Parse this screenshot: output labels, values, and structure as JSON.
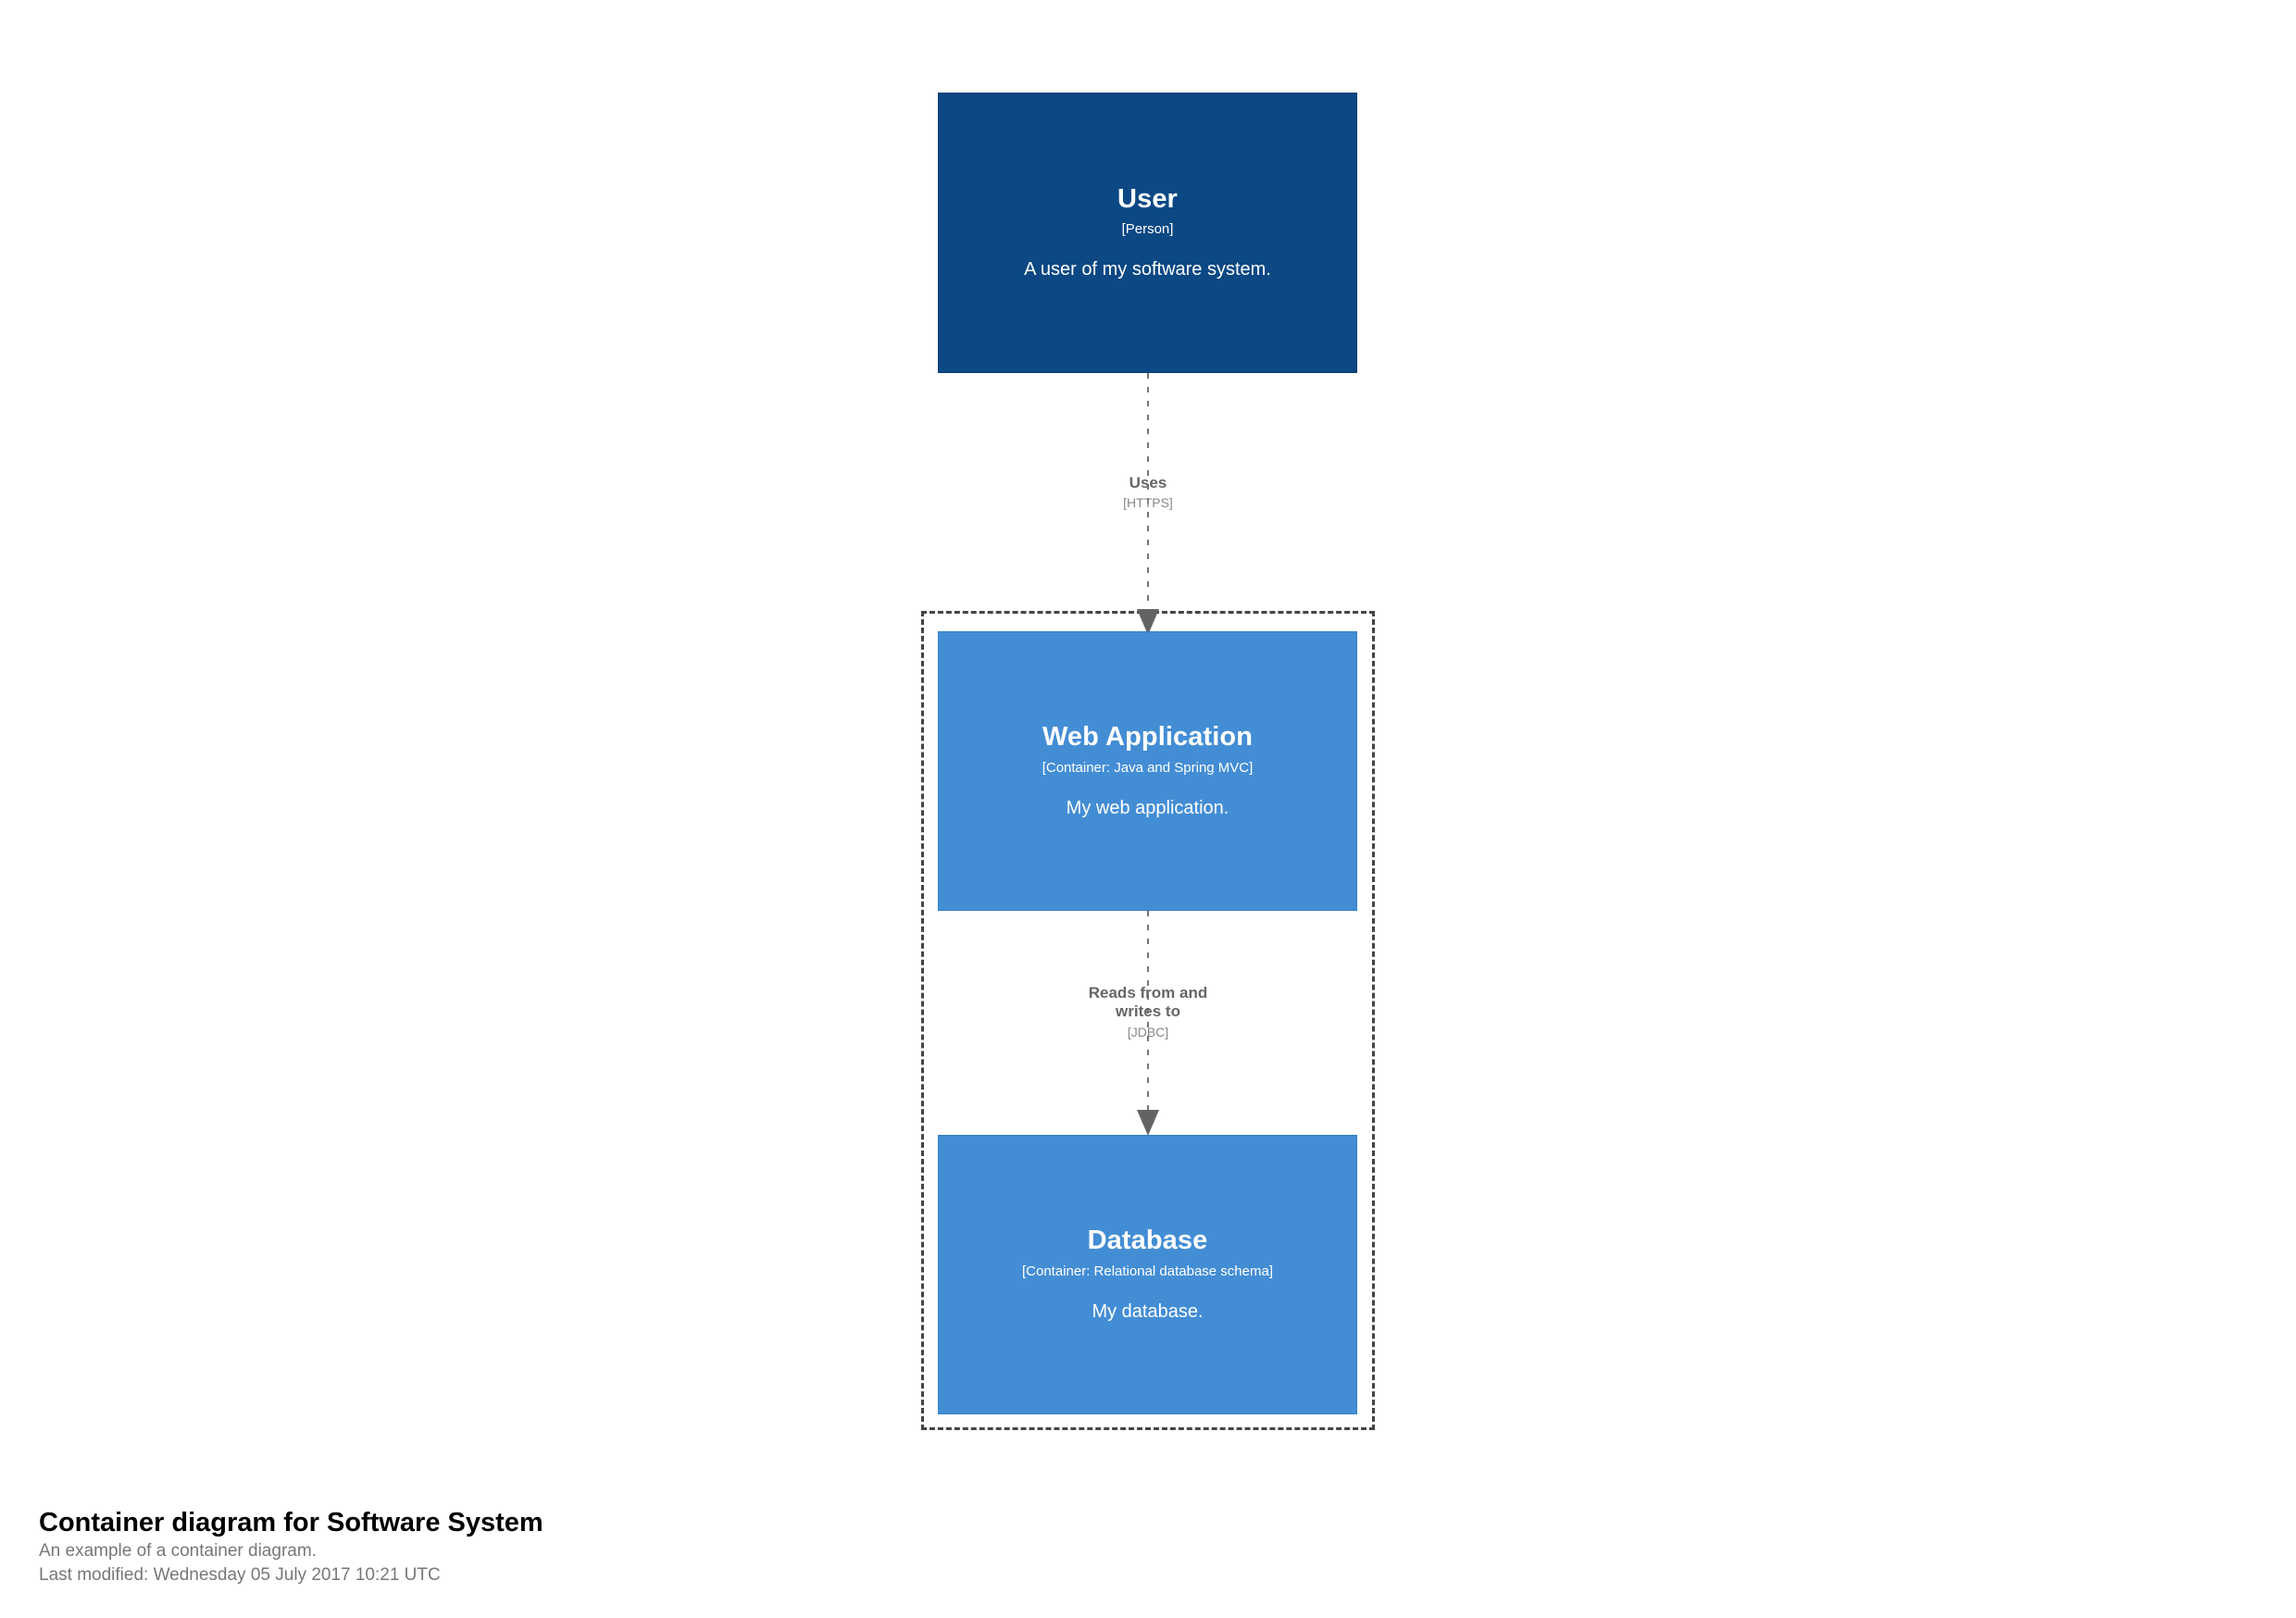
{
  "diagram": {
    "type": "c4-container-diagram",
    "background_color": "#ffffff",
    "person_color": "#0b4884",
    "container_color": "#438dd5",
    "boundary_color": "#444444",
    "relationship_color": "#707070"
  },
  "nodes": [
    {
      "id": "user",
      "name": "User",
      "tech": "[Person]",
      "description": "A user of my software system."
    },
    {
      "id": "web-application",
      "name": "Web Application",
      "tech": "[Container: Java and Spring MVC]",
      "description": "My web application."
    },
    {
      "id": "database",
      "name": "Database",
      "tech": "[Container: Relational database schema]",
      "description": "My database."
    }
  ],
  "relationships": [
    {
      "id": "user-uses-webapp",
      "from": "user",
      "to": "web-application",
      "description": "Uses",
      "tech": "[HTTPS]"
    },
    {
      "id": "webapp-reads-writes-database",
      "from": "web-application",
      "to": "database",
      "description_line1": "Reads from and",
      "description_line2": "writes to",
      "tech": "[JDBC]"
    }
  ],
  "boundary": {
    "label": ""
  },
  "caption": {
    "title": "Container diagram for Software System",
    "subtitle": "An example of a container diagram.",
    "last_modified": "Last modified: Wednesday 05 July 2017 10:21 UTC"
  }
}
